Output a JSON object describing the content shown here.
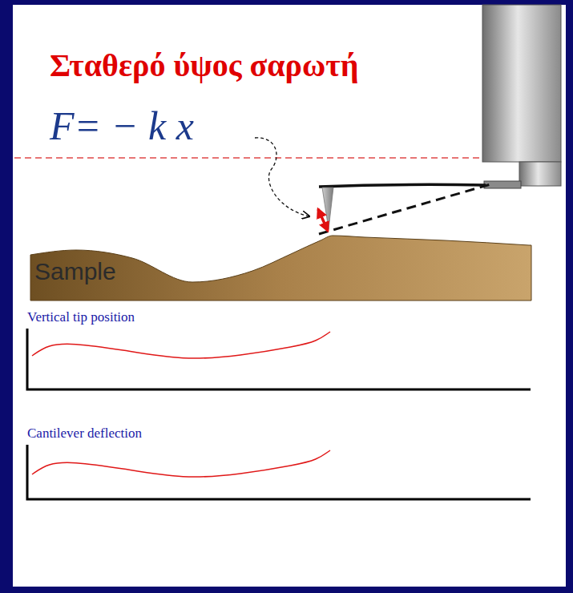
{
  "diagram": {
    "title": "Σταθερό ύψος σαρωτή",
    "nodes": [
      {
        "text": [
          "Sample"
        ]
      }
    ],
    "labels": [
      "F= − k x",
      "Vertical tip position",
      "Cantilever deflection"
    ]
  }
}
